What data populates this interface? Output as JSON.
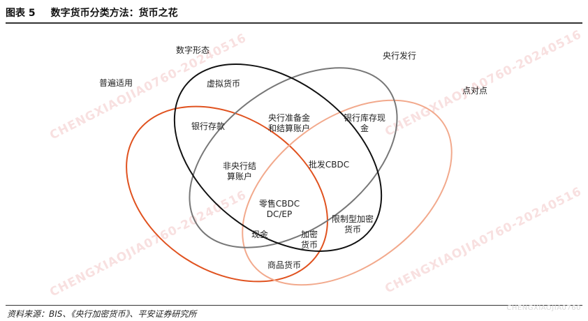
{
  "header": {
    "figure_label": "图表 5",
    "title": "数字货币分类方法：货币之花"
  },
  "diagram": {
    "sets": [
      {
        "name": "数字形态",
        "color": "#111111"
      },
      {
        "name": "央行发行",
        "color": "#777777"
      },
      {
        "name": "点对点",
        "color": "#f2a98c"
      },
      {
        "name": "普遍适用",
        "color": "#e0521f"
      }
    ],
    "regions": [
      "虚拟货币",
      "银行存款",
      "央行准备金\n和结算账户",
      "银行库存现\n金",
      "非央行结\n算账户",
      "批发CBDC",
      "零售CBDC\nDC/EP",
      "现金",
      "加密\n货币",
      "限制型加密\n货币",
      "商品货币"
    ]
  },
  "watermark": "CHENGXIAOJIA0760-20240516",
  "footer": {
    "source": "资料来源：BIS、《央行加密货币》、平安证券研究所",
    "corner_mark": "CHENGXIAOJIA0760"
  },
  "colors": {
    "digital_form": "#111111",
    "central_bank": "#777777",
    "peer_to_peer": "#f2a98c",
    "universal": "#e0521f",
    "watermark": "#f3c7c7"
  }
}
